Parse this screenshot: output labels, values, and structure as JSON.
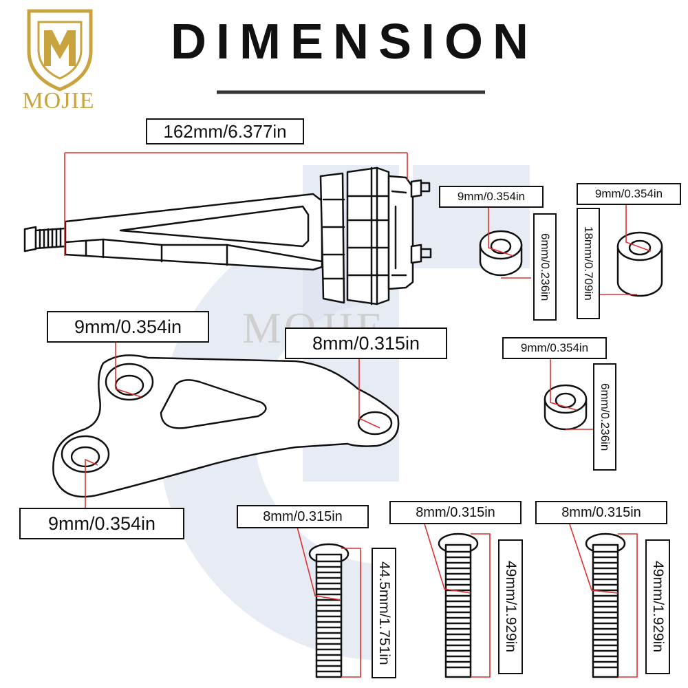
{
  "header": {
    "title": "DIMENSION"
  },
  "brand": {
    "logo_text": "MOJIE",
    "watermark_text": "MOJIE",
    "gold_color": "#c9a43e"
  },
  "colors": {
    "line": "#111111",
    "dimension_line": "#e03030",
    "watermark": "#dde3f0"
  },
  "labels": {
    "mount_length": "162mm/6.377in",
    "spacer1_diameter": "9mm/0.354in",
    "spacer1_height": "6mm/0.236in",
    "spacer2_diameter": "9mm/0.354in",
    "spacer2_height": "18mm/0.709in",
    "spacer3_diameter": "9mm/0.354in",
    "spacer3_height": "6mm/0.236in",
    "bracket_hole_top": "9mm/0.354in",
    "bracket_hole_right": "8mm/0.315in",
    "bracket_hole_bottom": "9mm/0.354in",
    "bolt1_diameter": "8mm/0.315in",
    "bolt1_length": "44.5mm/1.751in",
    "bolt2_diameter": "8mm/0.315in",
    "bolt2_length": "49mm/1.929in",
    "bolt3_diameter": "8mm/0.315in",
    "bolt3_length": "49mm/1.929in"
  }
}
